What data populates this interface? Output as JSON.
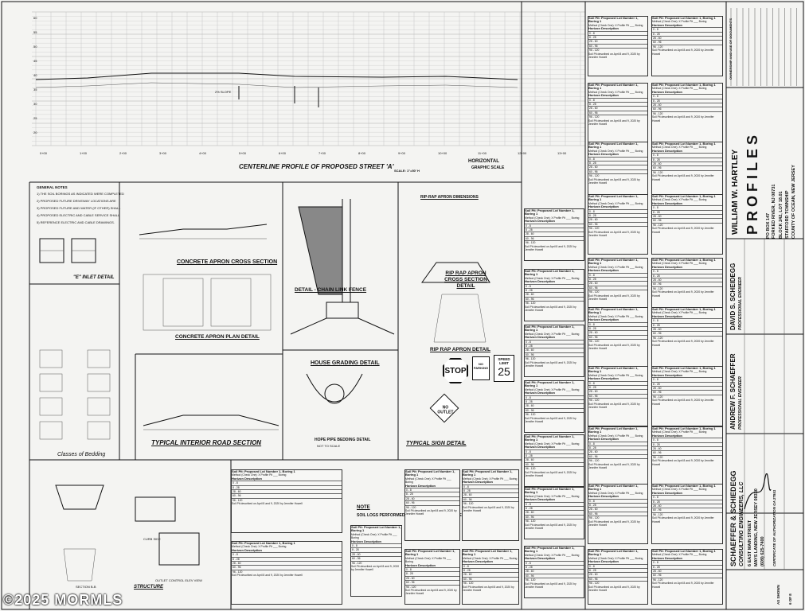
{
  "profile": {
    "title": "CENTERLINE PROFILE OF PROPOSED STREET 'A'",
    "scale_label": "SCALE: 1\"=50' H",
    "horizontal_label": "HORIZONTAL",
    "graphic_scale_label": "GRAPHIC SCALE",
    "slope_note": "2% SLOPE",
    "station_labels": [
      "0+00",
      "1+00",
      "2+00",
      "3+00",
      "4+00",
      "5+00",
      "6+00",
      "7+00",
      "8+00",
      "9+00",
      "10+00",
      "11+00",
      "12+00",
      "13+00"
    ],
    "elev_labels": [
      "60",
      "55",
      "50",
      "45",
      "40",
      "35",
      "30",
      "25",
      "20"
    ]
  },
  "notes": {
    "general_title": "GENERAL NOTES",
    "general_lines": [
      "1) THE SOIL BORINGS AS INDICATED WERE COMPLETED",
      "2) PROPOSED FUTURE DRIVEWAY LOCATIONS ARE",
      "3) PROPOSED FUTURE AND WATER (IF OTHER) SHALL",
      "4) PROPOSED ELECTRIC AND CABLE SERVICE SHALL",
      "5) REFERENCE ELECTRIC AND CABLE DRAWINGS."
    ],
    "note_title": "NOTE",
    "note_body": "SOIL LOGS PERFORMED FOR INDIVIDUAL PARCEL SEPTIC FEASIBILITY."
  },
  "details": {
    "inlet": "\"E\" INLET DETAIL",
    "concrete_apron_cross": "CONCRETE APRON CROSS SECTION",
    "concrete_apron_plan": "CONCRETE APRON PLAN DETAIL",
    "chain_link": "DETAIL - CHAIN LINK FENCE",
    "riprap_dims": "RIP-RAP APRON DIMENSIONS",
    "riprap_cross": "RIP RAP APRON CROSS SECTION DETAIL",
    "riprap_plan": "RIP RAP APRON DETAIL",
    "house_grading": "HOUSE GRADING DETAIL",
    "road_section": "TYPICAL INTERIOR ROAD SECTION",
    "hope_pipe": "HOPE PIPE BEDDING DETAIL",
    "typical_sign": "TYPICAL SIGN DETAIL",
    "classes_bedding": "Classes of Bedding",
    "structure": "STRUCTURE",
    "not_to_scale": "NOT TO SCALE",
    "outlet_control": "OUTLET CONTROL ELEV VIEW",
    "curb_side": "CURB SIDE",
    "section_bb": "SECTION B-B"
  },
  "signs": {
    "stop": "STOP",
    "no_parking": "NO PARKING",
    "speed_limit": "SPEED LIMIT",
    "speed_value": "25",
    "no_outlet": "NO OUTLET"
  },
  "boring": {
    "heading": "Soil Pit: Proposed Lot Number 1, Boring 1",
    "method": "Method (Check One): X Profile Pit ___ Boring",
    "horizon": "Horizon Description",
    "depths": [
      "0 - 8",
      "8 - 28",
      "28 - 60",
      "60 - 96",
      "96 - 120"
    ],
    "footer": "Soil Pit described on April 8 and 9, 2020 by Jennifer Howell"
  },
  "title_block": {
    "sheet_title": "PROFILES",
    "owner_name": "WILLIAM W. HARTLEY",
    "owner_addr1": "PO BOX 147",
    "owner_addr2": "FORKED RIVER, NJ 08731",
    "block_lot": "BLOCK 242, LOT 18.01",
    "township": "STAFFORD TOWNSHIP",
    "county": "COUNTY OF OCEAN, NEW JERSEY",
    "firm": "SCHAEFFER & SCHIEDEGG",
    "firm_sub": "CONSULTING ENGINEERS, LLC",
    "firm_addr1": "6 EAST MAIN STREET",
    "firm_addr2": "MAYS LANDING, NEW JERSEY 08330",
    "firm_phone": "(609) 625-7400",
    "certificate": "CERTIFICATE OF AUTHORIZATION GA 27841",
    "engineer1": "DAVID S. SCHEIDEGG",
    "engineer1_title": "PROFESSIONAL ENGINEER",
    "engineer2": "ANDREW F. SCHAEFFER",
    "engineer2_title": "PROFESSIONAL ENGINEER",
    "sheet_no": "6 OF 8",
    "scale": "AS SHOWN",
    "revisions_header": "OWNERSHIP AND USE OF DOCUMENTS"
  },
  "watermark": "©2025 MORMLS"
}
